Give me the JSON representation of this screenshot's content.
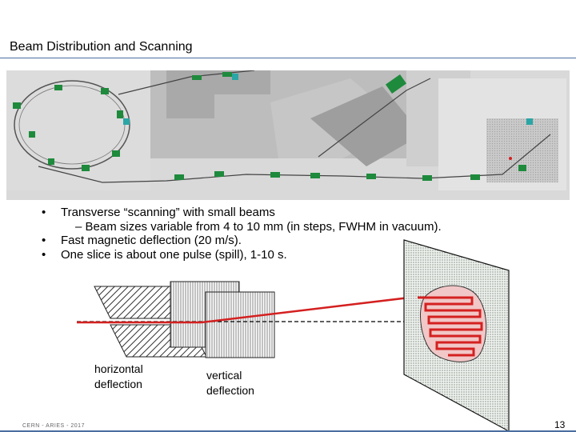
{
  "slide": {
    "title": "Beam Distribution and Scanning",
    "bullets": [
      {
        "marker": "•",
        "text": "Transverse “scanning” with small beams"
      },
      {
        "marker": "–",
        "text": "Beam sizes variable from 4 to 10 mm (in steps, FWHM in vacuum).",
        "sub": true
      },
      {
        "marker": "•",
        "text": "Fast magnetic deflection (20 m/s)."
      },
      {
        "marker": "•",
        "text": "One slice is about one pulse (spill), 1-10 s."
      }
    ],
    "labels": {
      "horizontal": "horizontal\ndeflection",
      "vertical": "vertical\ndeflection"
    },
    "footer": "CERN - ARIES - 2017",
    "page_number": "13"
  },
  "colors": {
    "beam": "#d42020",
    "magnet_green": "#1e8a3c",
    "accent_blue": "#4a6ea0",
    "building_gray": "#b8b8b8"
  }
}
